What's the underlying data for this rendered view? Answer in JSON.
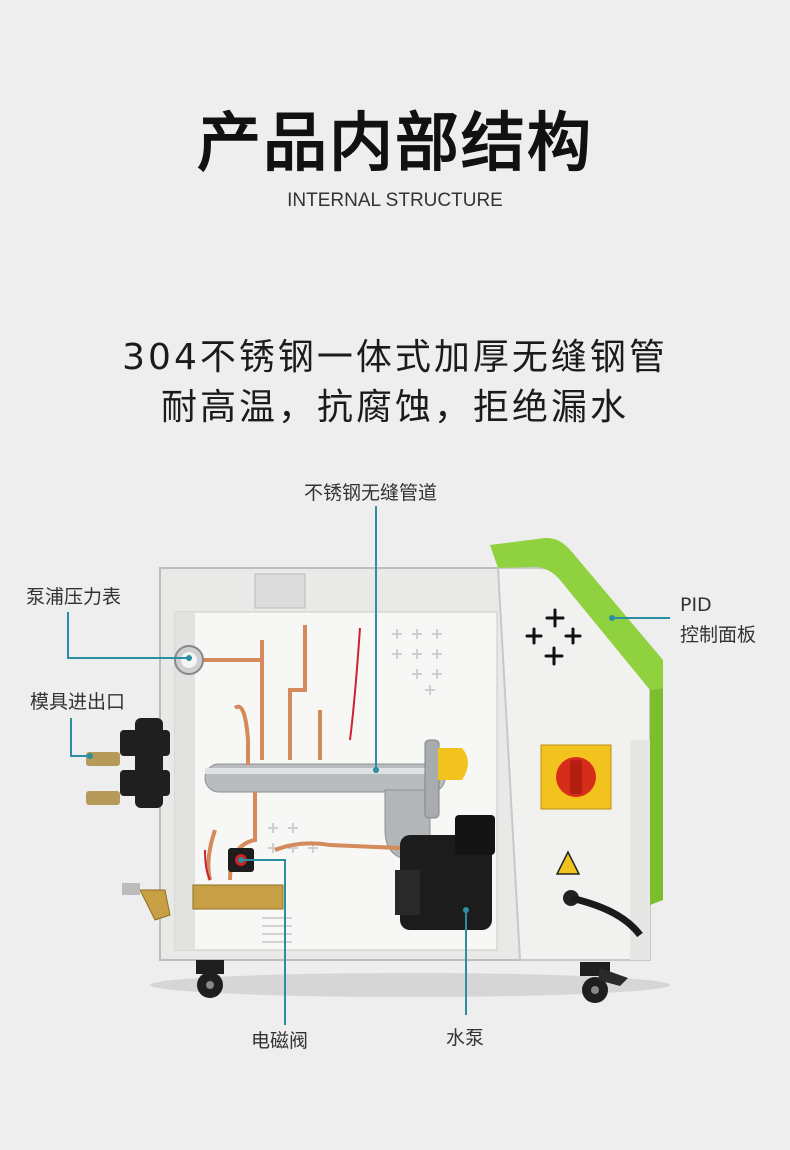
{
  "header": {
    "title": "产品内部结构",
    "subtitle": "INTERNAL STRUCTURE"
  },
  "headline": {
    "line1": "304不锈钢一体式加厚无缝钢管",
    "line2": "耐高温，抗腐蚀，拒绝漏水"
  },
  "callouts": {
    "pipe": "不锈钢无缝管道",
    "gauge": "泵浦压力表",
    "mold_port": "模具进出口",
    "pid_line1": "PID",
    "pid_line2": "控制面板",
    "valve": "电磁阀",
    "pump": "水泵"
  },
  "colors": {
    "accent": "#2a8fa0",
    "panel_green": "#8fd13f",
    "background": "#eeeeee"
  }
}
